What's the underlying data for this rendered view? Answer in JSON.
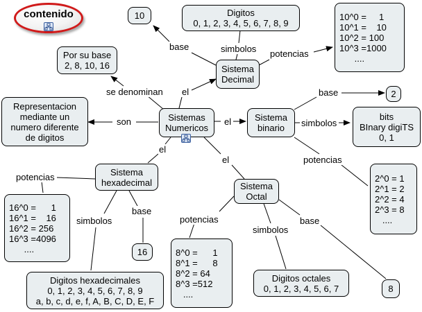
{
  "brand": {
    "label": "contenido"
  },
  "nodes": {
    "sistemas_numericos": "Sistemas\nNumericos",
    "sistema_decimal": "Sistema\nDecimal",
    "sistema_binario": "Sistema\nbinario",
    "sistema_hexadecimal": "Sistema\nhexadecimal",
    "sistema_octal": "Sistema\nOctal",
    "representacion": "Representacion\nmediante un\nnumero diferente\nde digitos",
    "por_su_base": "Por su base\n2, 8, 10, 16",
    "diez": "10",
    "digitos_decimal": "Digitos\n0, 1, 2, 3, 4, 5, 6, 7, 8, 9",
    "potencias_decimal": "10^0 =     1\n10^1 =    10\n10^2 = 100\n10^3 =1000\n      ....",
    "dos": "2",
    "bits": "bits\nBInary digiTS\n0, 1",
    "potencias_binario": "2^0 = 1\n2^1 = 2\n2^2 = 4\n2^3 = 8\n   ....",
    "potencias_hex": "16^0 =      1\n16^1 =    16\n16^2 = 256\n16^3 =4096\n      ....",
    "dieciseis": "16",
    "digitos_hex": "Digitos hexadecimales\n0, 1, 2, 3, 4, 5, 6, 7, 8, 9\na, b, c, d, e, f, A, B, C, D, E, F",
    "potencias_octal": "8^0 =      1\n8^1 =      8\n8^2 = 64\n8^3 =512\n   ....",
    "digitos_octal": "Digitos octales\n0, 1, 2, 3, 4, 5, 6, 7",
    "ocho": "8"
  },
  "labels": {
    "se_denominan": "se denominan",
    "son": "son",
    "el_decimal": "el",
    "el_binario": "el",
    "el_hex": "el",
    "el_octal": "el",
    "base_decimal": "base",
    "simbolos_decimal": "simbolos",
    "potencias_decimal": "potencias",
    "base_binario": "base",
    "simbolos_binario": "simbolos",
    "potencias_binario": "potencias",
    "potencias_hex": "potencias",
    "simbolos_hex": "simbolos",
    "base_hex": "base",
    "potencias_octal": "potencias",
    "simbolos_octal": "simbolos",
    "base_octal": "base"
  },
  "colors": {
    "node_fill": "#e9eef0",
    "brand_border": "#d01a1a",
    "line": "#000000"
  },
  "icons": [
    "sub-map-icon"
  ]
}
